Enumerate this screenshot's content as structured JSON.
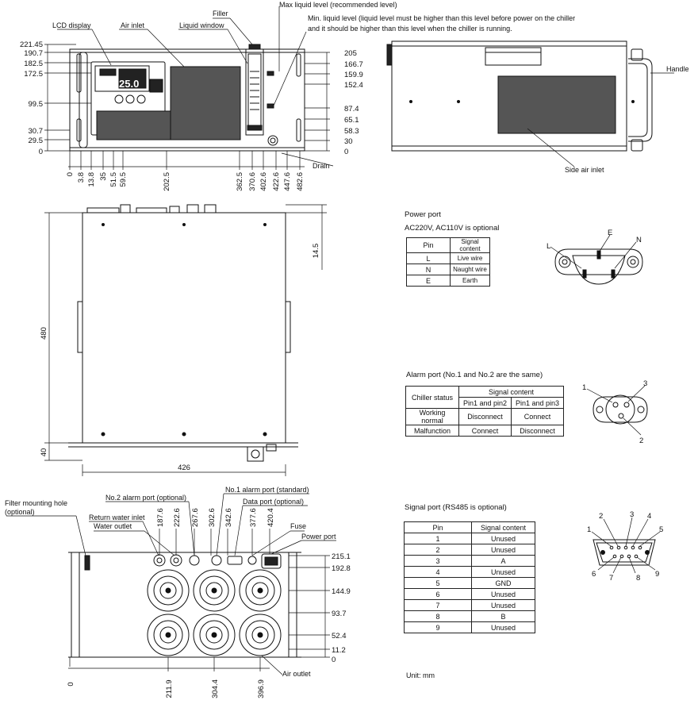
{
  "front_view": {
    "labels": {
      "lcd_display": "LCD display",
      "air_inlet": "Air inlet",
      "liquid_window": "Liquid window",
      "filler": "Filler",
      "max_liquid": "Max liquid level (recommended level)",
      "min_liquid_1": "Min. liquid level (liquid level must be higher than this level before power on the chiller",
      "min_liquid_2": "and it should be higher than this level when the chiller is running.",
      "drain": "Drain",
      "lcd_value": "25.0"
    },
    "left_dims": [
      "221.45",
      "190.7",
      "182.5",
      "172.5",
      "99.5",
      "30.7",
      "29.5",
      "0"
    ],
    "right_dims": [
      "205",
      "166.7",
      "159.9",
      "152.4",
      "87.4",
      "65.1",
      "58.3",
      "30",
      "0"
    ],
    "bottom_dims": [
      "0",
      "3.8",
      "13.8",
      "35",
      "51.5",
      "59.5",
      "202.5",
      "362.5",
      "370.6",
      "402.6",
      "422.6",
      "447.6",
      "482.6"
    ]
  },
  "side_view": {
    "handle": "Handle",
    "side_air_inlet": "Side air inlet"
  },
  "top_view": {
    "height": "480",
    "depth_offset": "14.5",
    "bottom_offset": "40",
    "width": "426"
  },
  "rear_view": {
    "labels": {
      "filter_hole_1": "Filter mounting hole",
      "filter_hole_2": "(optional)",
      "return_water": "Return water inlet",
      "water_outlet": "Water outlet",
      "no2_alarm": "No.2 alarm port (optional)",
      "no1_alarm": "No.1 alarm port (standard)",
      "data_port": "Data port (optional)",
      "fuse": "Fuse",
      "power_port": "Power port",
      "air_outlet": "Air outlet"
    },
    "top_dims": [
      "187.6",
      "222.6",
      "267.6",
      "302.6",
      "342.6",
      "377.6",
      "420.4"
    ],
    "right_dims": [
      "215.1",
      "192.8",
      "144.9",
      "93.7",
      "52.4",
      "11.2",
      "0"
    ],
    "bottom_dims": [
      "0",
      "211.9",
      "304.4",
      "396.9"
    ]
  },
  "power_port": {
    "title": "Power port",
    "subtitle": "AC220V, AC110V is optional",
    "headers": [
      "Pin",
      "Signal content"
    ],
    "rows": [
      [
        "L",
        "Live wire"
      ],
      [
        "N",
        "Naught wire"
      ],
      [
        "E",
        "Earth"
      ]
    ],
    "pins": [
      "L",
      "E",
      "N"
    ]
  },
  "alarm_port": {
    "title": "Alarm port (No.1 and No.2 are the same)",
    "header_status": "Chiller status",
    "header_signal": "Signal content",
    "sub_headers": [
      "Pin1 and pin2",
      "Pin1 and pin3"
    ],
    "rows": [
      [
        "Working normal",
        "Disconnect",
        "Connect"
      ],
      [
        "Malfunction",
        "Connect",
        "Disconnect"
      ]
    ],
    "pins": [
      "1",
      "3",
      "2"
    ]
  },
  "signal_port": {
    "title": "Signal port (RS485 is optional)",
    "headers": [
      "Pin",
      "Signal content"
    ],
    "rows": [
      [
        "1",
        "Unused"
      ],
      [
        "2",
        "Unused"
      ],
      [
        "3",
        "A"
      ],
      [
        "4",
        "Unused"
      ],
      [
        "5",
        "GND"
      ],
      [
        "6",
        "Unused"
      ],
      [
        "7",
        "Unused"
      ],
      [
        "8",
        "B"
      ],
      [
        "9",
        "Unused"
      ]
    ],
    "pins": [
      "1",
      "2",
      "3",
      "4",
      "5",
      "6",
      "7",
      "8",
      "9"
    ]
  },
  "unit": "Unit: mm"
}
